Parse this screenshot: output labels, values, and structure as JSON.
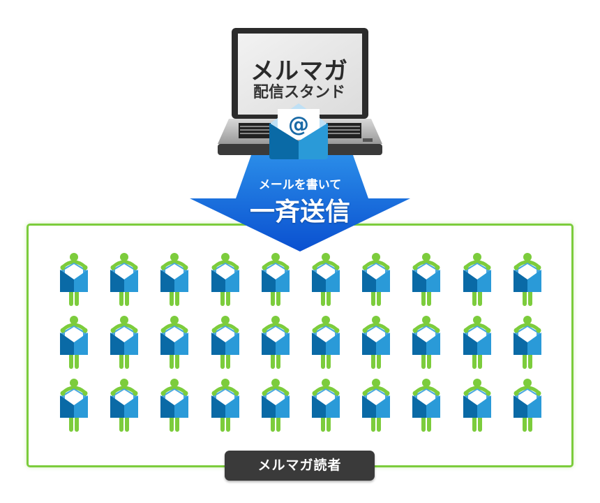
{
  "laptop": {
    "title": "メルマガ",
    "subtitle": "配信スタンド"
  },
  "envelope": {
    "symbol": "@"
  },
  "arrow": {
    "subtitle": "メールを書いて",
    "title": "一斉送信"
  },
  "readers": {
    "label": "メルマガ読者",
    "rows": 3,
    "columns": 10
  },
  "colors": {
    "green": "#7ccc3c",
    "blue": "#1a6fd8",
    "envelope_dark": "#0a6aa6",
    "envelope_light": "#2a9ad8",
    "label_bg": "#3a3a3a"
  }
}
